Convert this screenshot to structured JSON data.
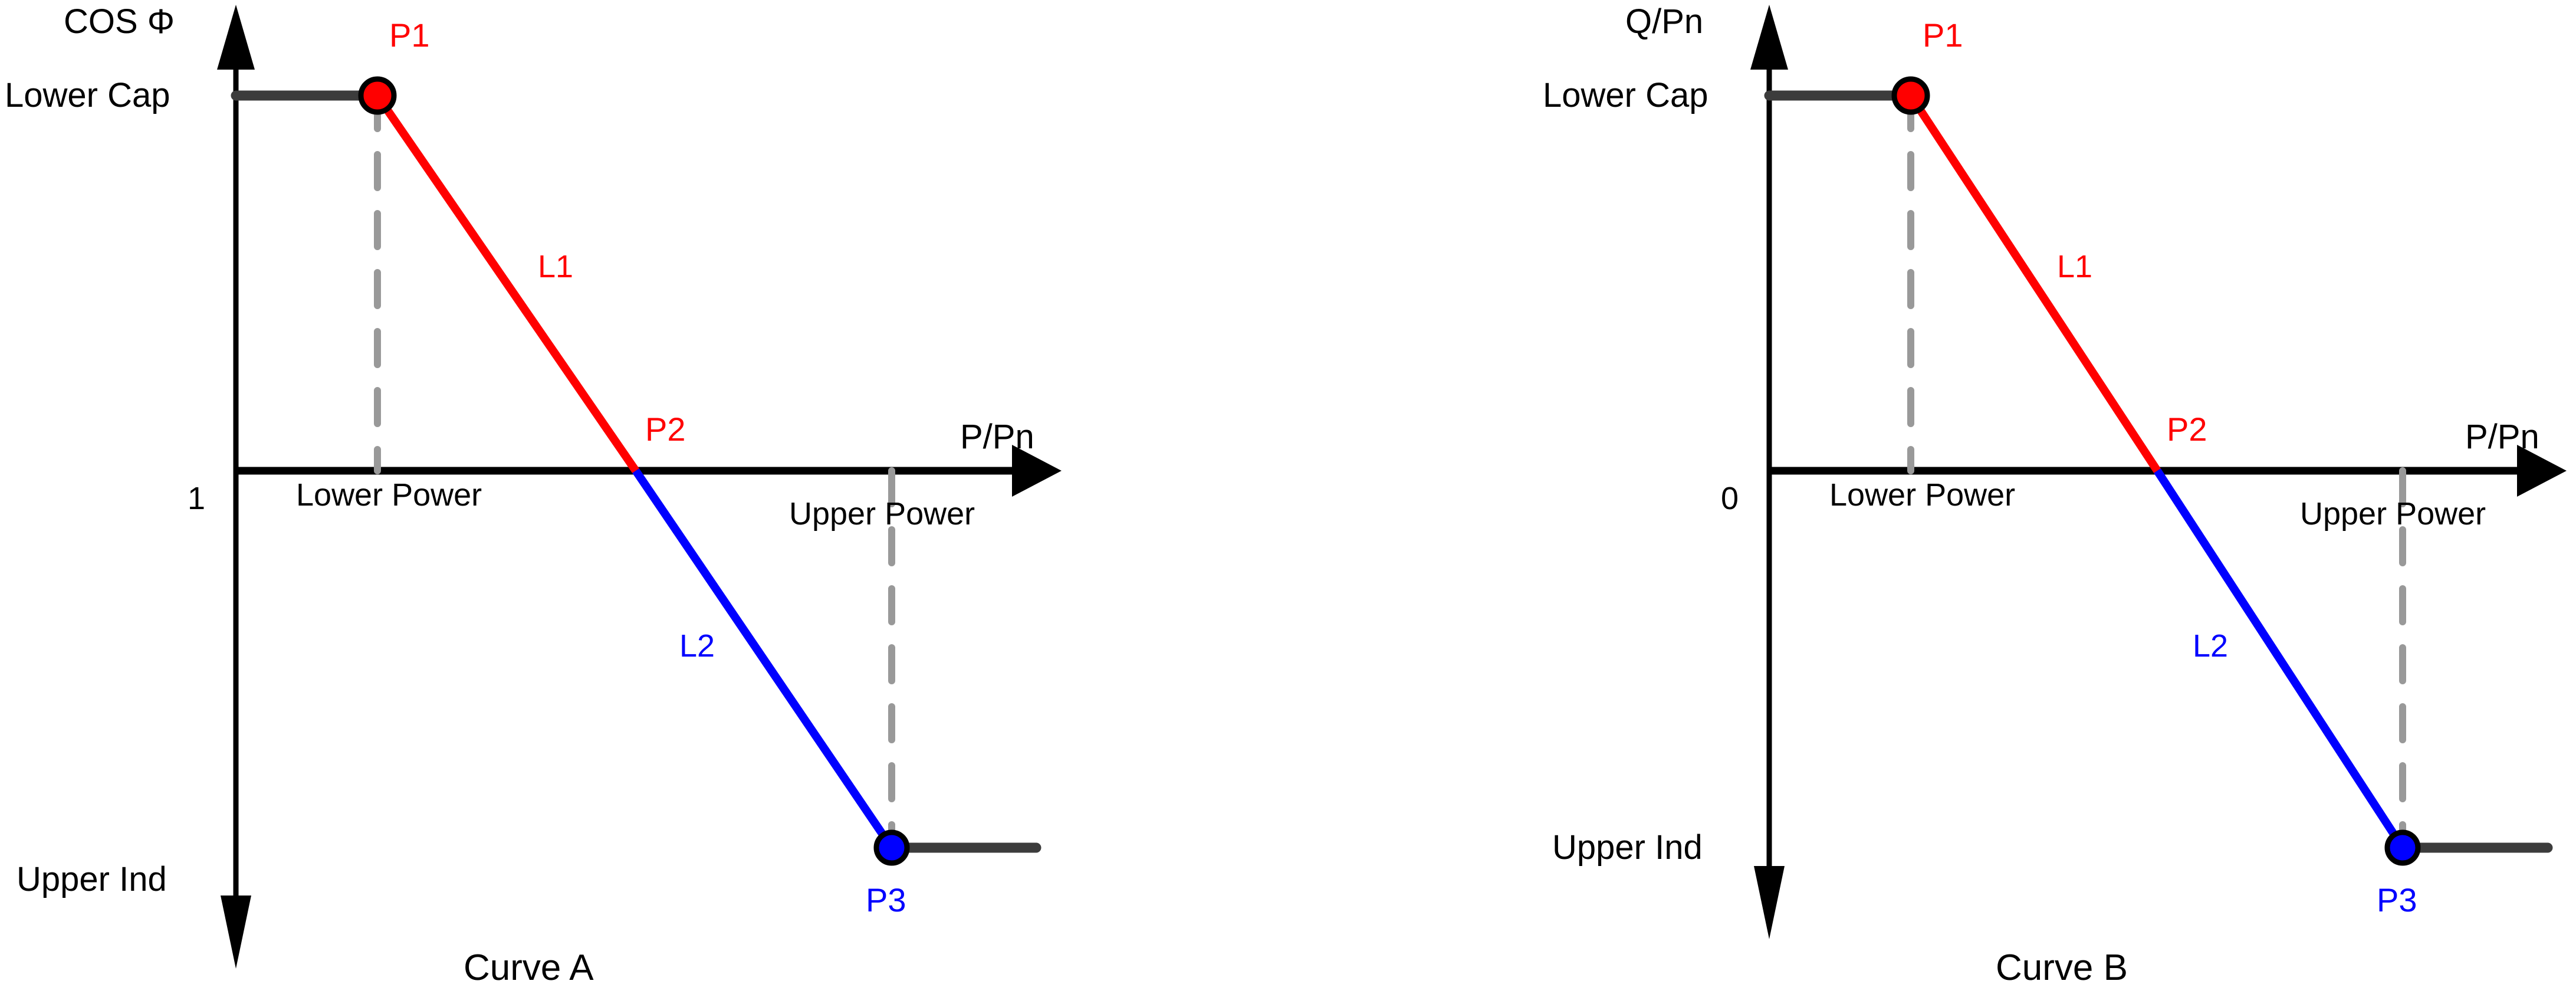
{
  "figure": {
    "type": "two-panel-piecewise-characteristic-diagram",
    "background": "#ffffff",
    "colors": {
      "line_l1": "#ff0000",
      "line_l2": "#0000ff",
      "flat_segment": "#3c3c3c",
      "axis": "#000000",
      "dashed_guide": "#999999",
      "point_p1_fill": "#ff0000",
      "point_p3_fill": "#0000ff",
      "point_ring": "#000000"
    }
  },
  "charts": [
    {
      "id": "curve-a",
      "caption": "Curve A",
      "y_axis_title": "COS Φ",
      "x_axis_title": "P/Pn",
      "y_top_label": "Lower Cap",
      "y_bottom_label": "Upper Ind",
      "origin_tick_label": "1",
      "guide_left_label": "Lower Power",
      "guide_right_label": "Upper Power",
      "segments": [
        {
          "name": "L1",
          "label": "L1",
          "color": "#ff0000",
          "from": "P1",
          "to": "P2"
        },
        {
          "name": "L2",
          "label": "L2",
          "color": "#0000ff",
          "from": "P2",
          "to": "P3"
        }
      ],
      "points": [
        {
          "name": "P1",
          "label": "P1",
          "color": "#ff0000",
          "at": "Lower Power / Lower Cap"
        },
        {
          "name": "P2",
          "label": "P2",
          "color": "#ff0000",
          "at": "x-axis crossing"
        },
        {
          "name": "P3",
          "label": "P3",
          "color": "#0000ff",
          "at": "Upper Power / Upper Ind"
        }
      ]
    },
    {
      "id": "curve-b",
      "caption": "Curve B",
      "y_axis_title": "Q/Pn",
      "x_axis_title": "P/Pn",
      "y_top_label": "Lower Cap",
      "y_bottom_label": "Upper Ind",
      "origin_tick_label": "0",
      "guide_left_label": "Lower Power",
      "guide_right_label": "Upper Power",
      "segments": [
        {
          "name": "L1",
          "label": "L1",
          "color": "#ff0000",
          "from": "P1",
          "to": "P2"
        },
        {
          "name": "L2",
          "label": "L2",
          "color": "#0000ff",
          "from": "P2",
          "to": "P3"
        }
      ],
      "points": [
        {
          "name": "P1",
          "label": "P1",
          "color": "#ff0000",
          "at": "Lower Power / Lower Cap"
        },
        {
          "name": "P2",
          "label": "P2",
          "color": "#ff0000",
          "at": "x-axis crossing"
        },
        {
          "name": "P3",
          "label": "P3",
          "color": "#0000ff",
          "at": "Upper Power / Upper Ind"
        }
      ]
    }
  ],
  "chart_data": [
    {
      "type": "line",
      "title": "Curve A",
      "xlabel": "P/Pn",
      "ylabel": "COS Φ",
      "grid": false,
      "legend": "none",
      "ytick_labels": [
        "Lower Cap",
        "1",
        "Upper Ind"
      ],
      "annotations": [
        "P1",
        "P2",
        "P3",
        "L1",
        "L2",
        "Lower Power",
        "Upper Power"
      ],
      "series": [
        {
          "name": "Lower Cap plateau",
          "color": "#3c3c3c",
          "x": [
            0.0,
            0.22
          ],
          "y": [
            1.0,
            1.0
          ]
        },
        {
          "name": "L1",
          "color": "#ff0000",
          "x": [
            0.22,
            0.5
          ],
          "y": [
            1.0,
            0.0
          ]
        },
        {
          "name": "L2",
          "color": "#0000ff",
          "x": [
            0.5,
            0.82
          ],
          "y": [
            0.0,
            -1.0
          ]
        },
        {
          "name": "Upper Ind plateau",
          "color": "#3c3c3c",
          "x": [
            0.82,
            1.0
          ],
          "y": [
            -1.0,
            -1.0
          ]
        }
      ],
      "points": [
        {
          "label": "P1",
          "x": 0.22,
          "y": 1.0,
          "color": "#ff0000"
        },
        {
          "label": "P2",
          "x": 0.5,
          "y": 0.0,
          "color": "#ff0000"
        },
        {
          "label": "P3",
          "x": 0.82,
          "y": -1.0,
          "color": "#0000ff"
        }
      ]
    },
    {
      "type": "line",
      "title": "Curve B",
      "xlabel": "P/Pn",
      "ylabel": "Q/Pn",
      "grid": false,
      "legend": "none",
      "ytick_labels": [
        "Lower Cap",
        "0",
        "Upper Ind"
      ],
      "annotations": [
        "P1",
        "P2",
        "P3",
        "L1",
        "L2",
        "Lower Power",
        "Upper Power"
      ],
      "series": [
        {
          "name": "Lower Cap plateau",
          "color": "#3c3c3c",
          "x": [
            0.0,
            0.22
          ],
          "y": [
            1.0,
            1.0
          ]
        },
        {
          "name": "L1",
          "color": "#ff0000",
          "x": [
            0.22,
            0.5
          ],
          "y": [
            1.0,
            0.0
          ]
        },
        {
          "name": "L2",
          "color": "#0000ff",
          "x": [
            0.5,
            0.82
          ],
          "y": [
            0.0,
            -1.0
          ]
        },
        {
          "name": "Upper Ind plateau",
          "color": "#3c3c3c",
          "x": [
            0.82,
            1.0
          ],
          "y": [
            -1.0,
            -1.0
          ]
        }
      ],
      "points": [
        {
          "label": "P1",
          "x": 0.22,
          "y": 1.0,
          "color": "#ff0000"
        },
        {
          "label": "P2",
          "x": 0.5,
          "y": 0.0,
          "color": "#ff0000"
        },
        {
          "label": "P3",
          "x": 0.82,
          "y": -1.0,
          "color": "#0000ff"
        }
      ]
    }
  ]
}
